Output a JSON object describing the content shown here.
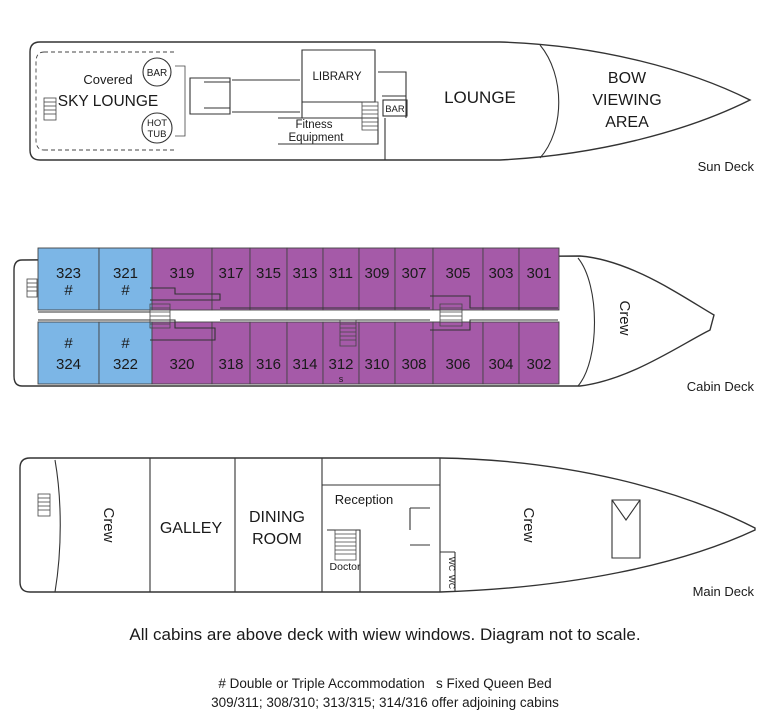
{
  "colors": {
    "double_cabin": "#7cb6e6",
    "standard_cabin": "#a55aa8",
    "hull_stroke": "#333333",
    "hull_fill": "#ffffff"
  },
  "decks": {
    "sun": {
      "name": "Sun Deck",
      "rooms": {
        "covered": "Covered",
        "sky_lounge": "SKY LOUNGE",
        "bar1": "BAR",
        "hot": "HOT",
        "tub": "TUB",
        "library": "LIBRARY",
        "fitness1": "Fitness",
        "fitness2": "Equipment",
        "bar2": "BAR",
        "lounge": "LOUNGE",
        "bow1": "BOW",
        "bow2": "VIEWING",
        "bow3": "AREA"
      }
    },
    "cabin": {
      "name": "Cabin Deck",
      "crew": "Crew",
      "fixed_queen_marker": "s",
      "double_marker": "#",
      "top_row": [
        {
          "num": "323",
          "type": "double"
        },
        {
          "num": "321",
          "type": "double"
        },
        {
          "num": "319",
          "type": "standard"
        },
        {
          "num": "317",
          "type": "standard"
        },
        {
          "num": "315",
          "type": "standard"
        },
        {
          "num": "313",
          "type": "standard"
        },
        {
          "num": "311",
          "type": "standard"
        },
        {
          "num": "309",
          "type": "standard"
        },
        {
          "num": "307",
          "type": "standard"
        },
        {
          "num": "305",
          "type": "standard"
        },
        {
          "num": "303",
          "type": "standard"
        },
        {
          "num": "301",
          "type": "standard"
        }
      ],
      "bottom_row": [
        {
          "num": "324",
          "type": "double"
        },
        {
          "num": "322",
          "type": "double"
        },
        {
          "num": "320",
          "type": "standard"
        },
        {
          "num": "318",
          "type": "standard"
        },
        {
          "num": "316",
          "type": "standard"
        },
        {
          "num": "314",
          "type": "standard"
        },
        {
          "num": "312",
          "type": "standard",
          "queen": true
        },
        {
          "num": "310",
          "type": "standard"
        },
        {
          "num": "308",
          "type": "standard"
        },
        {
          "num": "306",
          "type": "standard"
        },
        {
          "num": "304",
          "type": "standard"
        },
        {
          "num": "302",
          "type": "standard"
        }
      ]
    },
    "main": {
      "name": "Main Deck",
      "rooms": {
        "crew_aft": "Crew",
        "galley": "GALLEY",
        "dining1": "DINING",
        "dining2": "ROOM",
        "reception": "Reception",
        "doctor": "Doctor",
        "wc1": "WC",
        "wc2": "WC",
        "crew_fwd": "Crew"
      }
    }
  },
  "footer": {
    "note": "All cabins are above deck with wiew  windows. Diagram not to scale.",
    "legend_double": "# Double or Triple Accommodation",
    "legend_queen": "s Fixed Queen Bed",
    "adjoining": "309/311; 308/310; 313/315; 314/316 offer adjoining cabins"
  }
}
